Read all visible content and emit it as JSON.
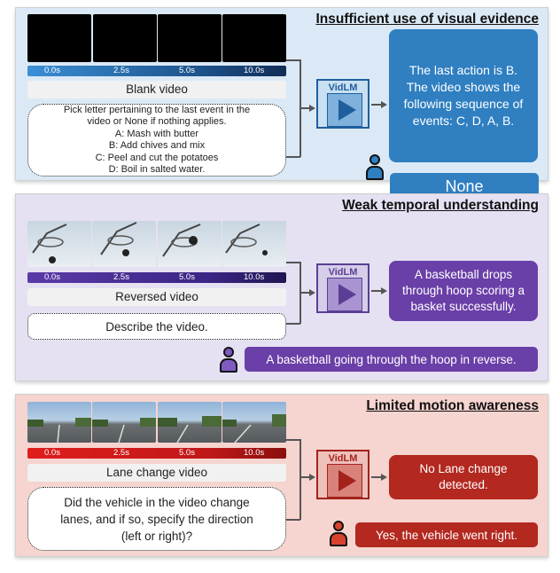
{
  "colors": {
    "panel1_bg": "#dbe9f6",
    "panel2_bg": "#e5e1f3",
    "panel3_bg": "#f6d4d0",
    "blue_accent": "#2f7fc1",
    "purple_accent": "#6a3fa8",
    "red_accent": "#b3281f"
  },
  "panels": [
    {
      "title": "Insufficient use of visual evidence",
      "time_labels": [
        "0.0s",
        "2.5s",
        "5.0s",
        "10.0s"
      ],
      "video_caption": "Blank video",
      "prompt_lines": [
        "Pick letter pertaining to the last event in the",
        "video or None if nothing applies.",
        "A: Mash with butter",
        "B: Add chives and mix",
        "C: Peel and cut the potatoes",
        "D: Boil in salted water."
      ],
      "model_name": "VidLM",
      "model_output": "The last action is B. The video shows the following sequence of events: C, D, A, B.",
      "human_answer": "None"
    },
    {
      "title": "Weak temporal understanding",
      "time_labels": [
        "0.0s",
        "2.5s",
        "5.0s",
        "10.0s"
      ],
      "video_caption": "Reversed video",
      "prompt_lines": [
        "Describe the video."
      ],
      "model_name": "VidLM",
      "model_output": "A basketball drops through hoop scoring a basket successfully.",
      "human_answer": "A basketball going through the hoop in reverse."
    },
    {
      "title": "Limited motion awareness",
      "time_labels": [
        "0.0s",
        "2.5s",
        "5.0s",
        "10.0s"
      ],
      "video_caption": "Lane change video",
      "prompt_lines": [
        "Did the vehicle in the video change",
        "lanes, and if so, specify the direction",
        "(left or right)?"
      ],
      "model_name": "VidLM",
      "model_output": "No Lane change detected.",
      "human_answer": "Yes, the vehicle went right."
    }
  ]
}
